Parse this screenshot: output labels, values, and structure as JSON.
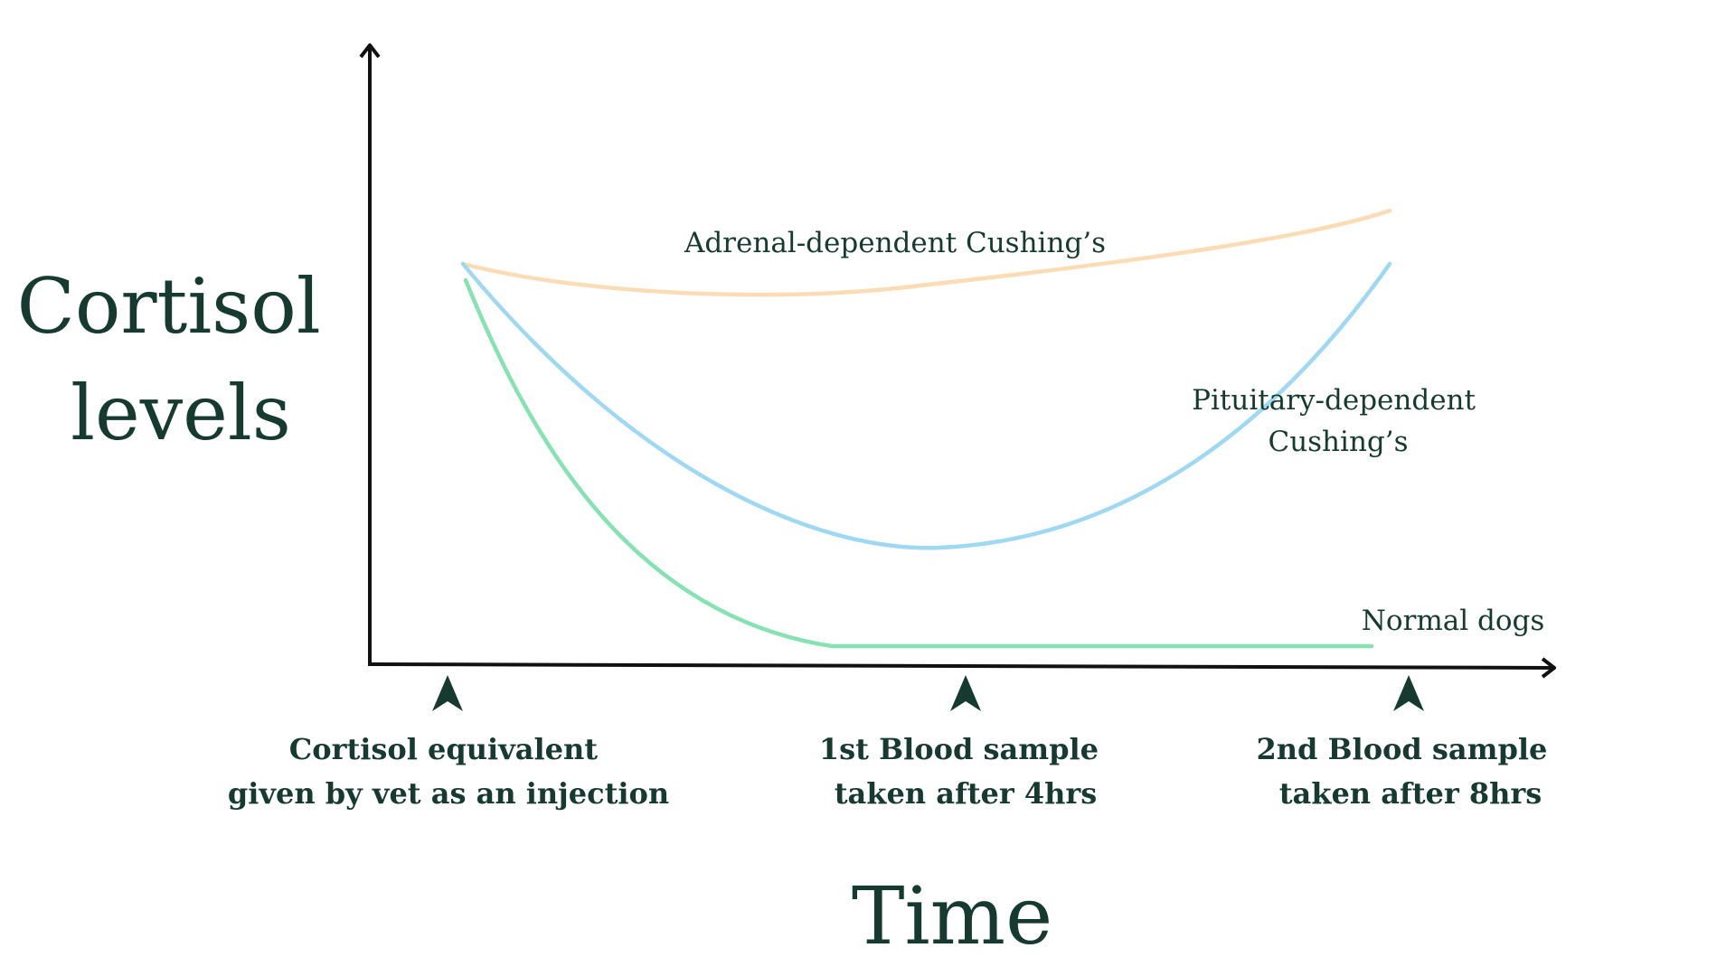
{
  "diagram": {
    "y_axis_title": [
      "Cortisol",
      "levels"
    ],
    "x_axis_title": "Time",
    "curves": [
      {
        "label": [
          "Adrenal-dependent Cushing’s"
        ],
        "color": "#fcdcb4"
      },
      {
        "label": [
          "Pituitary-dependent",
          "Cushing’s"
        ],
        "color": "#9fd8f2"
      },
      {
        "label": [
          "Normal dogs"
        ],
        "color": "#86e2b3"
      }
    ],
    "events": [
      {
        "label": [
          "Cortisol equivalent",
          "given by vet as an injection"
        ]
      },
      {
        "label": [
          "1st Blood sample",
          "taken after 4hrs"
        ]
      },
      {
        "label": [
          "2nd Blood sample",
          "taken after 8hrs"
        ]
      }
    ],
    "colors": {
      "text": "#173a30",
      "axis": "#111111",
      "marker": "#173a30"
    }
  }
}
